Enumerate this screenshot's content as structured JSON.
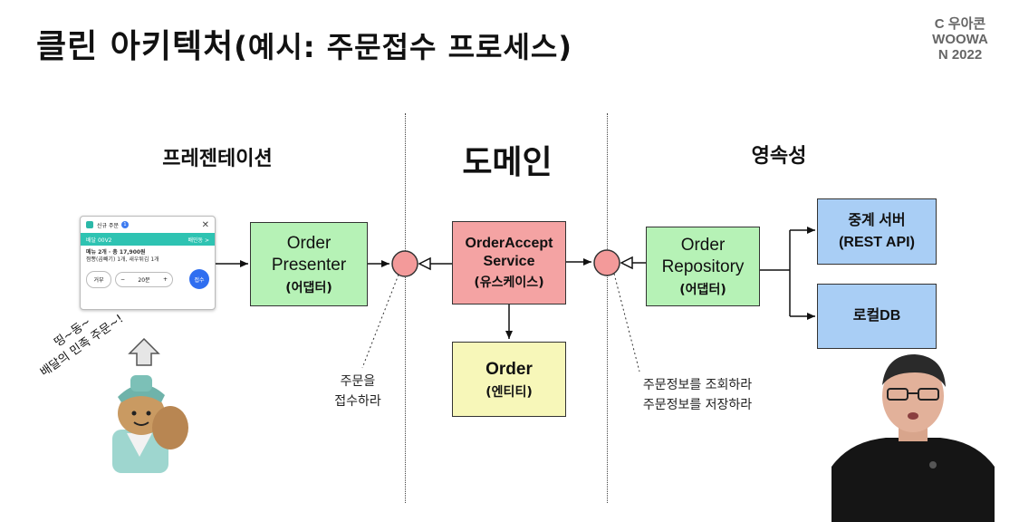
{
  "slide": {
    "title_main": "클린 아키텍처",
    "title_sub": "(예시: 주문접수 프로세스)"
  },
  "logo": {
    "line1": "C 우아콘",
    "line2": "WOOWA",
    "line3": "N 2022"
  },
  "layers": {
    "presentation": "프레젠테이션",
    "domain": "도메인",
    "persistence": "영속성"
  },
  "boxes": {
    "order_presenter": {
      "name_line1": "Order",
      "name_line2": "Presenter",
      "tag": "(어댑터)"
    },
    "order_accept_service": {
      "name_line1": "OrderAccept",
      "name_line2": "Service",
      "tag": "(유스케이스)"
    },
    "order_entity": {
      "name": "Order",
      "tag": "(엔티티)"
    },
    "order_repository": {
      "name_line1": "Order",
      "name_line2": "Repository",
      "tag": "(어댑터)"
    },
    "relay_server": {
      "name_line1": "중계 서버",
      "name_line2": "(REST API)"
    },
    "local_db": {
      "name": "로컬DB"
    }
  },
  "notes": {
    "accept_line1": "주문을",
    "accept_line2": "접수하라",
    "repo_line1": "주문정보를 조회하라",
    "repo_line2": "주문정보를 저장하라"
  },
  "phone": {
    "header": "신규 주문",
    "badge": "1",
    "bar_left": "배달 00V2",
    "bar_right": "배민동 >",
    "info_line1": "메뉴 2개 · 총 17,900원",
    "info_line2": "짬뽕(곱빼기) 1개, 새우튀김 1개",
    "reject": "거부",
    "time": "20분",
    "minus": "−",
    "plus": "+",
    "accept": "접수"
  },
  "speech": {
    "line1": "띵~동~",
    "line2": "배달의 민족 주문~!"
  },
  "colors": {
    "green": "#b6f2b6",
    "red": "#f4a3a3",
    "yellow": "#f7f7b9",
    "blue": "#a9cef5",
    "port": "#f39a9a"
  }
}
